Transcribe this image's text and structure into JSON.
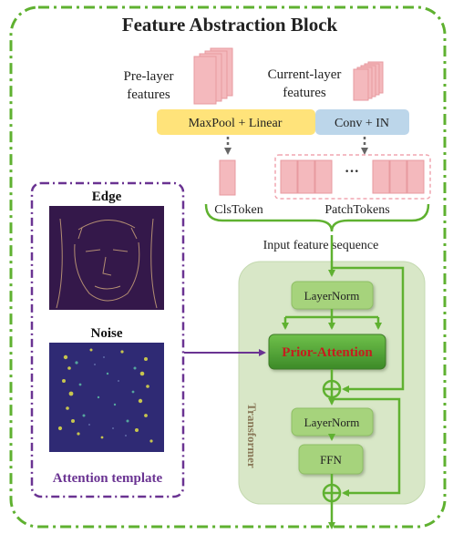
{
  "title": "Feature Abstraction Block",
  "pre_layer_features": [
    "Pre-layer",
    "features"
  ],
  "current_layer_features": [
    "Current-layer",
    "features"
  ],
  "maxpool_linear": "MaxPool + Linear",
  "conv_in": "Conv + IN",
  "cls_token": "ClsToken",
  "patch_tokens": "PatchTokens",
  "ellipsis": "···",
  "input_feature_sequence": "Input feature sequence",
  "edge_label": "Edge",
  "noise_label": "Noise",
  "attention_template": "Attention template",
  "transformer_label": "Transformer",
  "layernorm_1": "LayerNorm",
  "prior_attention": "Prior-Attention",
  "layernorm_2": "LayerNorm",
  "ffn": "FFN",
  "colors": {
    "dash_green": "#5fb130",
    "purple": "#6a3392",
    "yellow_box": "#ffe37a",
    "blue_box": "#bcd6ea",
    "transformer_bg": "#d8e7c7",
    "node_green": "#a6d37b",
    "prior_green": "#4f9d33",
    "prior_text": "#c41e1e",
    "pink_feature": "#f4b9bd",
    "edge_bg": "#34184a",
    "noise_bg": "#2f2a74"
  }
}
